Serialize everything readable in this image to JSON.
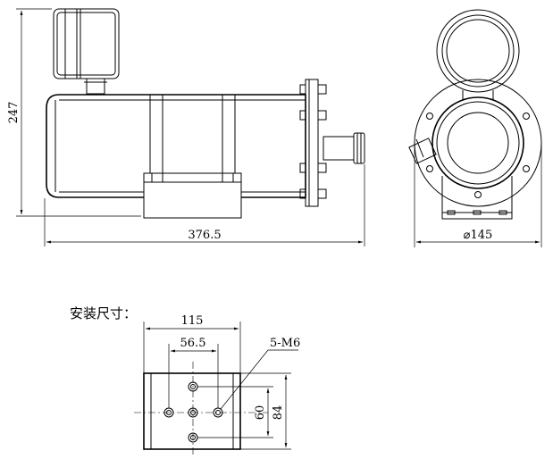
{
  "dimensions": {
    "height": "247",
    "length": "376.5",
    "diameter": "⌀145",
    "mount_width": "115",
    "hole_spacing_x": "56.5",
    "thread": "5-M6",
    "hole_spacing_y": "60",
    "mount_height": "84"
  },
  "labels": {
    "mounting_title": "安装尺寸："
  }
}
